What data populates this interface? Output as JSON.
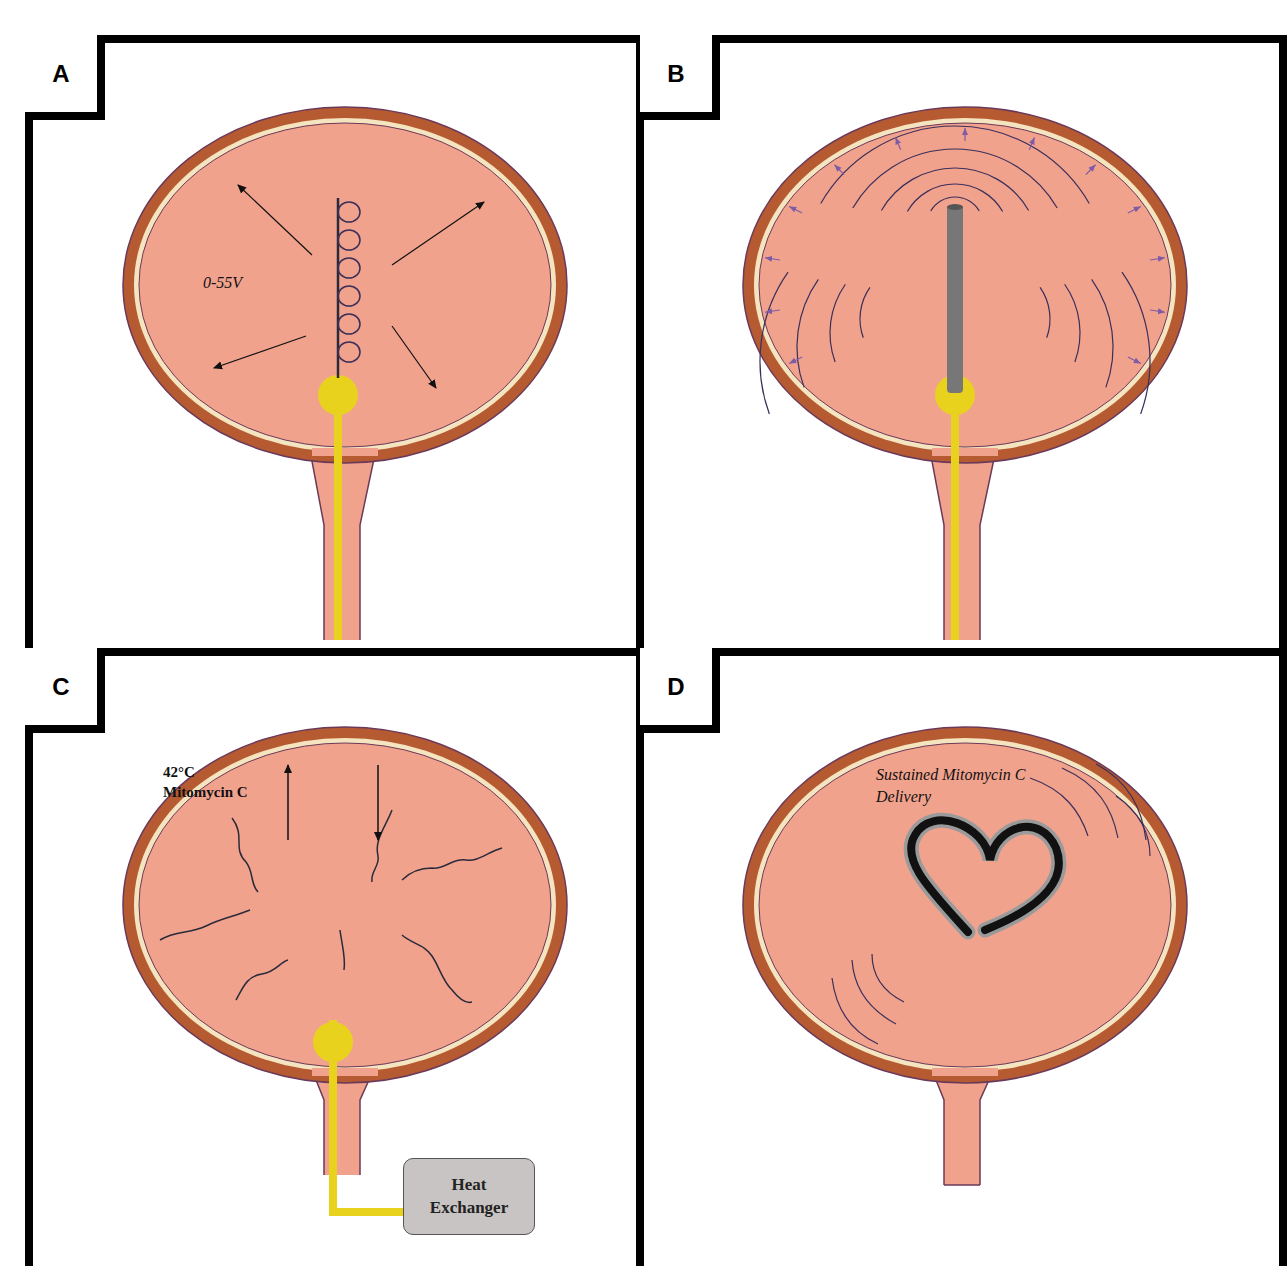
{
  "diagram": {
    "nodes": [
      {
        "text": [
          "A"
        ]
      },
      {
        "text": [
          "B"
        ]
      },
      {
        "text": [
          "C"
        ]
      },
      {
        "text": [
          "D"
        ]
      },
      {
        "text": [
          "Heat Exchanger"
        ]
      }
    ],
    "labels": [
      "0-55V",
      "42°C Mitomycin C",
      "Sustained Mitomycin C Delivery"
    ]
  }
}
